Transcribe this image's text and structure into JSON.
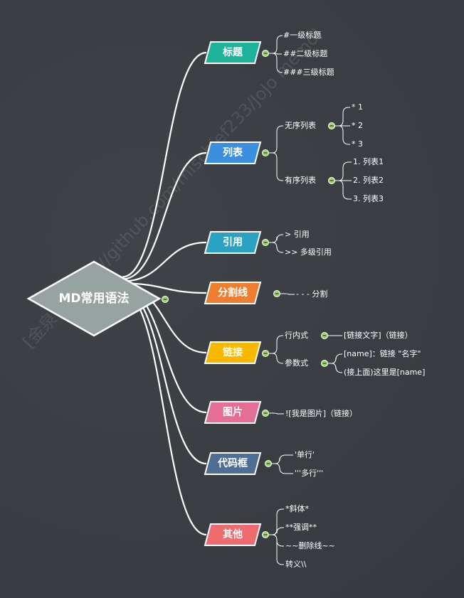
{
  "root": {
    "label": "MD常用语法",
    "color": "#97a3a1"
  },
  "watermark": "[金泉] (https://github.com/mischief233/JoJo memo)",
  "branches": [
    {
      "key": "heading",
      "label": "标题",
      "color": "#1cb39b",
      "children": [
        {
          "label": "#一级标题"
        },
        {
          "label": "##二级标题"
        },
        {
          "label": "###三级标题"
        }
      ]
    },
    {
      "key": "list",
      "label": "列表",
      "color": "#3a8fde",
      "children": [
        {
          "label": "无序列表",
          "children": [
            {
              "label": "* 1"
            },
            {
              "label": "* 2"
            },
            {
              "label": "* 3"
            }
          ]
        },
        {
          "label": "有序列表",
          "children": [
            {
              "label": "1. 列表1"
            },
            {
              "label": "2. 列表2"
            },
            {
              "label": "3. 列表3"
            }
          ]
        }
      ]
    },
    {
      "key": "quote",
      "label": "引用",
      "color": "#2aa2c1",
      "children": [
        {
          "label": "> 引用"
        },
        {
          "label": ">> 多级引用"
        }
      ]
    },
    {
      "key": "divider",
      "label": "分割线",
      "color": "#ee7d2f",
      "children": [
        {
          "label": "- - - 分割"
        }
      ]
    },
    {
      "key": "link",
      "label": "链接",
      "color": "#f8b800",
      "children": [
        {
          "label": "行内式",
          "children": [
            {
              "label": "[链接文字]（链接）"
            }
          ]
        },
        {
          "label": "参数式",
          "children": [
            {
              "label": "[name]：链接 \"名字\""
            },
            {
              "label": "(接上面)这里是[name]"
            }
          ]
        }
      ]
    },
    {
      "key": "image",
      "label": "图片",
      "color": "#e46e95",
      "children": [
        {
          "label": "![我是图片]（链接）"
        }
      ]
    },
    {
      "key": "code",
      "label": "代码框",
      "color": "#4f6e95",
      "children": [
        {
          "label": "'单行'"
        },
        {
          "label": "'''多行'''"
        }
      ]
    },
    {
      "key": "other",
      "label": "其他",
      "color": "#ee6b6f",
      "children": [
        {
          "label": "*斜体*"
        },
        {
          "label": "**强调**"
        },
        {
          "label": "~~删除线~~"
        },
        {
          "label": "转义\\\\"
        }
      ]
    }
  ]
}
